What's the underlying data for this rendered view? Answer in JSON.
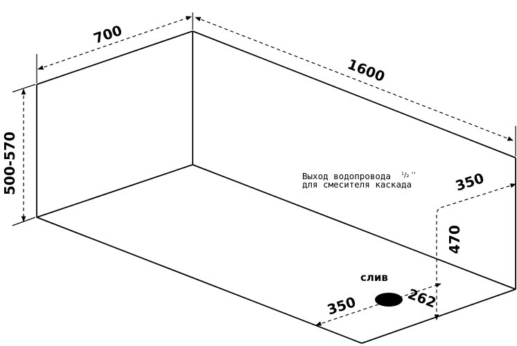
{
  "dimensions": {
    "width": "700",
    "length": "1600",
    "height": "500-570",
    "pipe_offset": "350",
    "pipe_height": "470",
    "drain_from_side": "350",
    "drain_from_end": "262"
  },
  "labels": {
    "pipe_note_line1": "Выход водопровода",
    "pipe_note_fraction": "1/2\"",
    "pipe_note_line2": "для смесителя каскада",
    "drain": "слив"
  }
}
